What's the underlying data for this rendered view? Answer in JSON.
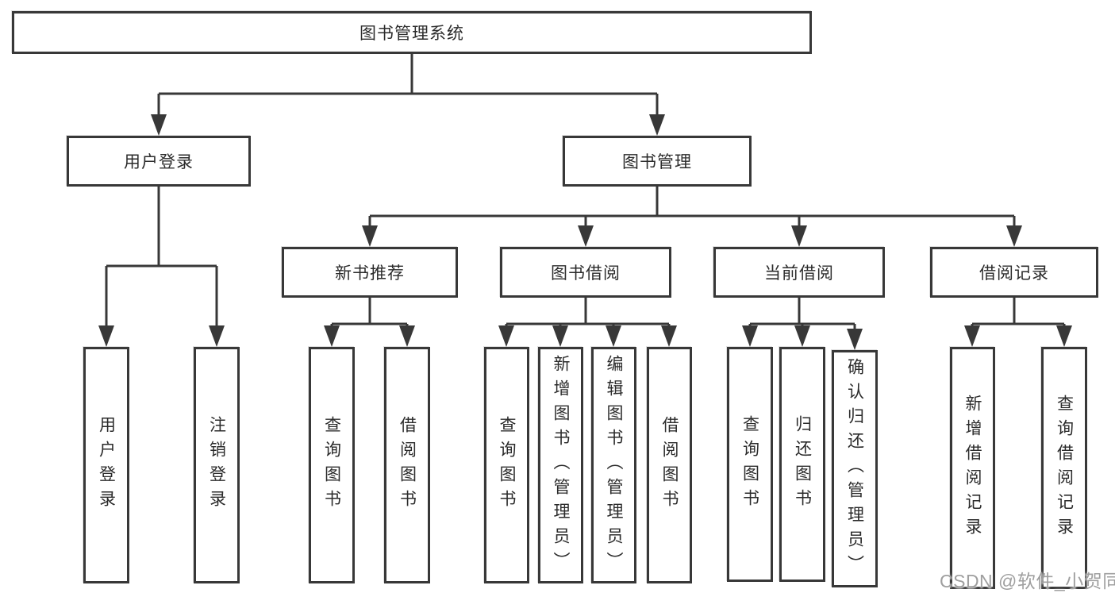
{
  "diagram": {
    "root": "图书管理系统",
    "user_login": {
      "label": "用户登录",
      "children": [
        "用户登录",
        "注销登录"
      ]
    },
    "book_mgmt": {
      "label": "图书管理"
    },
    "new_book_rec": {
      "label": "新书推荐",
      "children": [
        "查询图书",
        "借阅图书"
      ]
    },
    "book_borrow": {
      "label": "图书借阅",
      "children": [
        "查询图书",
        "新增图书（管理员）",
        "编辑图书（管理员）",
        "借阅图书"
      ]
    },
    "current_borrow": {
      "label": "当前借阅",
      "children": [
        "查询图书",
        "归还图书",
        "确认归还（管理员）"
      ]
    },
    "borrow_records": {
      "label": "借阅记录",
      "children": [
        "新增借阅记录",
        "查询借阅记录"
      ]
    }
  },
  "watermark": "CSDN @软件_小贺同学",
  "colors": {
    "line": "#383838",
    "box_border": "#383838",
    "text": "#2b2b2b",
    "background": "#ffffff",
    "watermark": "#9f9f9f"
  }
}
